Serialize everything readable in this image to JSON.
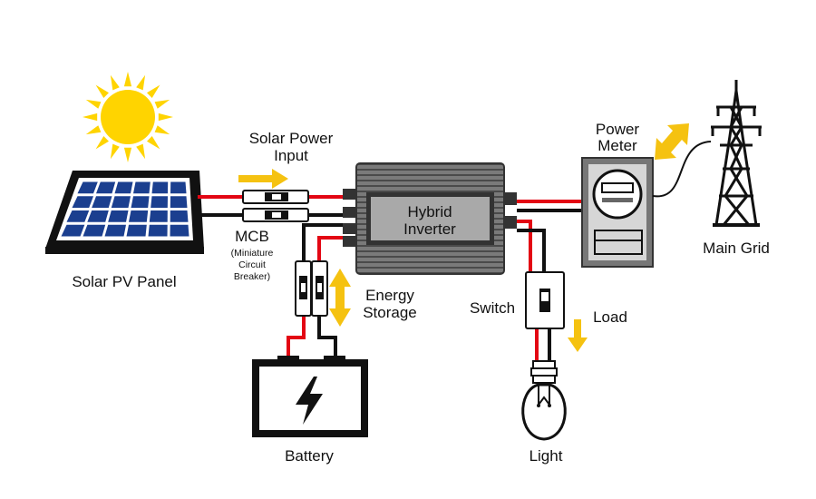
{
  "colors": {
    "positive_wire": "#e30613",
    "negative_wire": "#111111",
    "arrow": "#f5c211",
    "sun": "#ffd400",
    "panel_cell": "#1b3f8f",
    "inverter_body": "#6f6f6f",
    "inverter_face": "#a9a9a9"
  },
  "labels": {
    "solar_panel": "Solar PV Panel",
    "solar_input_line1": "Solar Power",
    "solar_input_line2": "Input",
    "mcb_title": "MCB",
    "mcb_line1": "(Miniature",
    "mcb_line2": "Circuit",
    "mcb_line3": "Breaker)",
    "inverter_line1": "Hybrid",
    "inverter_line2": "Inverter",
    "meter_line1": "Power",
    "meter_line2": "Meter",
    "main_grid": "Main Grid",
    "energy_line1": "Energy",
    "energy_line2": "Storage",
    "switch": "Switch",
    "load": "Load",
    "battery": "Battery",
    "light": "Light"
  },
  "icons": {
    "sun": "sun-icon",
    "panel": "solar-panel-icon",
    "tower": "transmission-tower-icon",
    "bulb": "light-bulb-icon",
    "lightning": "lightning-bolt-icon"
  }
}
